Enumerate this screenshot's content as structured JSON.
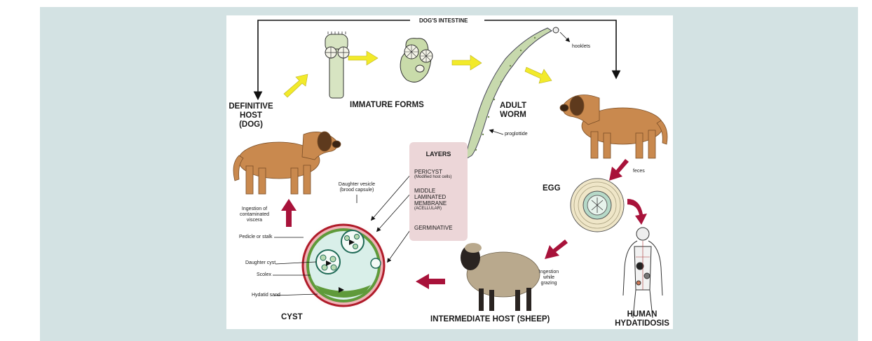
{
  "diagram": {
    "title": "DOG'S INTESTINE",
    "stages": {
      "definitive_host": [
        "DEFINITIVE",
        "HOST",
        "(DOG)"
      ],
      "immature_forms": "IMMATURE FORMS",
      "adult_worm": [
        "ADULT",
        "WORM"
      ],
      "egg": "EGG",
      "human": [
        "HUMAN",
        "HYDATIDOSIS"
      ],
      "intermediate_host": "INTERMEDIATE HOST (SHEEP)",
      "cyst": "CYST"
    },
    "annotations": {
      "hooklets": "hooklets",
      "proglottide": "proglottide",
      "feces": "feces",
      "ingestion_grazing": [
        "Ingestion",
        "while",
        "grazing"
      ],
      "ingestion_viscera": [
        "Ingestion of",
        "contaminated",
        "viscera"
      ],
      "daughter_vesicle": [
        "Daughter vesicle",
        "(brood capsule)"
      ],
      "pedicle": "Pedicle or stalk",
      "daughter_cyst": "Daughter cyst",
      "scolex": "Scolex",
      "hydatid_sand": "Hydatid sand"
    },
    "layers": {
      "title": "LAYERS",
      "pericyst": "PERICYST",
      "pericyst_sub": "(Modified host cells)",
      "middle": [
        "MIDDLE",
        "LAMINATED",
        "MEMBRANE"
      ],
      "middle_sub": "(ACELLULAR)",
      "germinative": "GERMINATIVE"
    },
    "colors": {
      "panel": "#d3e2e3",
      "yellow_arrow": "#f2ea2a",
      "red_arrow": "#a8123a",
      "dog_fur": "#c9894e",
      "cyst_ring": "#b01c2a",
      "cyst_fill": "#d9efe9",
      "germinal_green": "#5f9a3a",
      "layers_box": "#ecd6d8"
    }
  }
}
